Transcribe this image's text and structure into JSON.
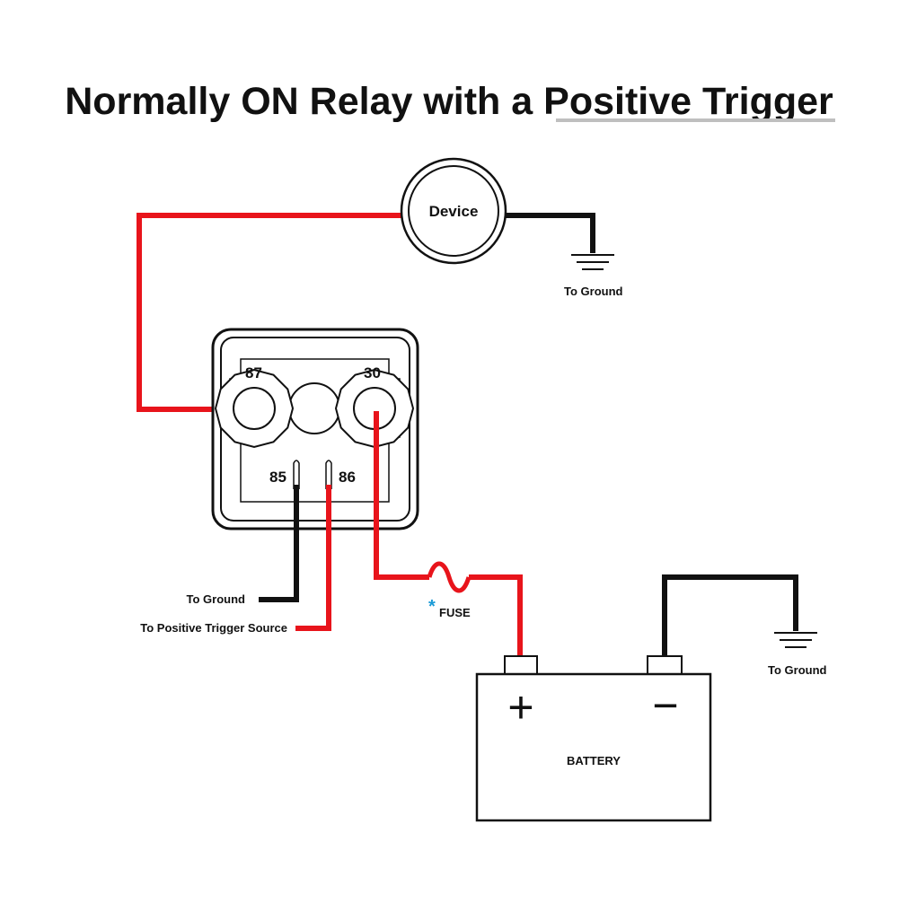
{
  "title": {
    "prefix": "Normally ON Relay with a ",
    "highlight": "Positive Trigger"
  },
  "device": {
    "label": "Device"
  },
  "relay": {
    "pins": {
      "p87": "87",
      "p30": "30",
      "p85": "85",
      "p86": "86"
    }
  },
  "labels": {
    "device_ground": "To Ground",
    "relay_ground": "To Ground",
    "trigger_source": "To Positive Trigger Source",
    "fuse_marker": "*",
    "fuse": "FUSE",
    "battery_ground": "To Ground"
  },
  "battery": {
    "label": "BATTERY",
    "positive": "+",
    "negative": "−"
  },
  "colors": {
    "positive_wire": "#e8141b",
    "ground_wire": "#111111",
    "title_underline": "#bfbfbf",
    "fuse_marker": "#1a9ad6"
  }
}
